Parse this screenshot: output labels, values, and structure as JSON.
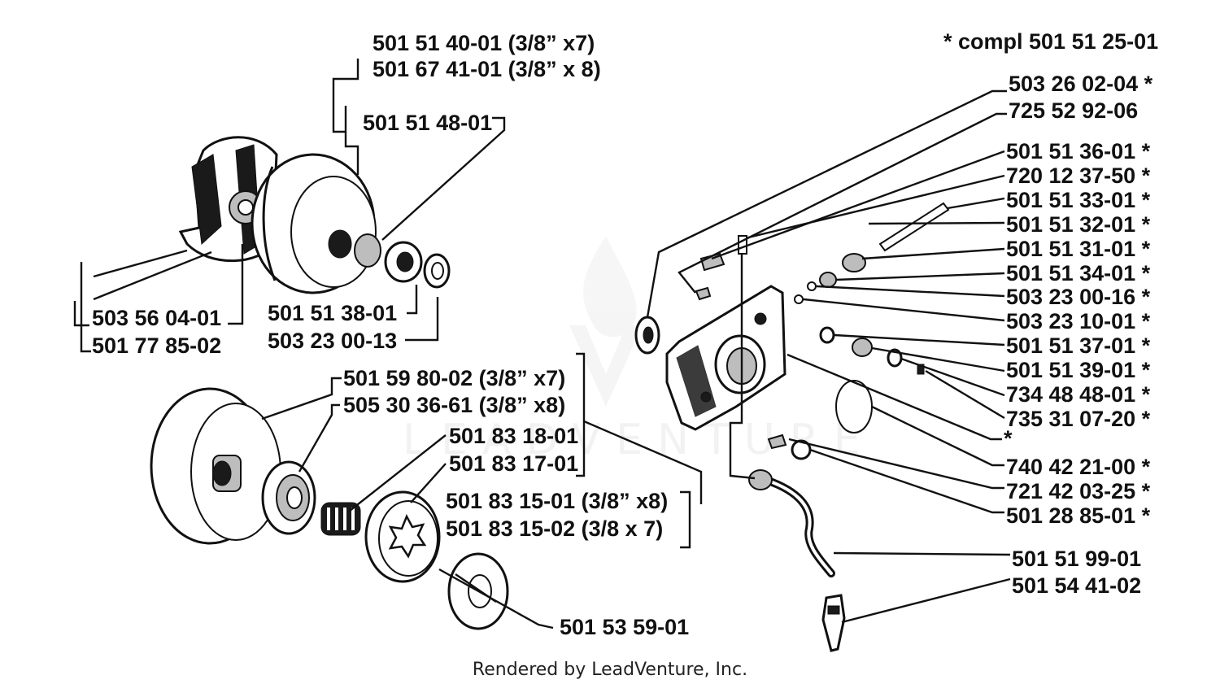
{
  "diagram": {
    "legend_note": "*  compl 501 51 25-01",
    "footer": "Rendered by LeadVenture, Inc.",
    "watermark_text": "LEADVENTURE",
    "clutch_group": {
      "l_clutch_1": "501 51 40-01 (3/8” x7)",
      "l_clutch_2": "501 67 41-01 (3/8” x 8)",
      "l_drum": "501 51 48-01",
      "l_hub_1": "503 56 04-01",
      "l_hub_2": "501 77 85-02",
      "l_bearing": "501 51 38-01",
      "l_washer": "503 23 00-13"
    },
    "sprocket_group": {
      "l_drum_1": "501 59 80-02 (3/8” x7)",
      "l_drum_2": "505 30 36-61 (3/8” x8)",
      "l_needle_1": "501 83 18-01",
      "l_needle_2": "501 83 17-01",
      "l_rim_1": "501 83 15-01 (3/8” x8)",
      "l_rim_2": "501 83 15-02  (3/8 x 7)",
      "l_cover": "501 53 59-01"
    },
    "oil_pump_group": {
      "r01": "503 26 02-04  *",
      "r02": "725 52 92-06",
      "r03": "501 51 36-01  *",
      "r04": "720 12 37-50  *",
      "r05": "501 51 33-01  *",
      "r06": "501 51 32-01  *",
      "r07": "501 51 31-01  *",
      "r08": "501 51 34-01  *",
      "r09": "503 23 00-16  *",
      "r10": "503 23 10-01  *",
      "r11": "501 51 37-01  *",
      "r12": "501 51 39-01  *",
      "r13": "734 48 48-01  *",
      "r14": "735 31 07-20  *",
      "r15": "*",
      "r16": "740 42 21-00  *",
      "r17": "721 42 03-25  *",
      "r18": "501 28 85-01  *",
      "r19": "501 51 99-01",
      "r20": "501 54 41-02"
    }
  }
}
